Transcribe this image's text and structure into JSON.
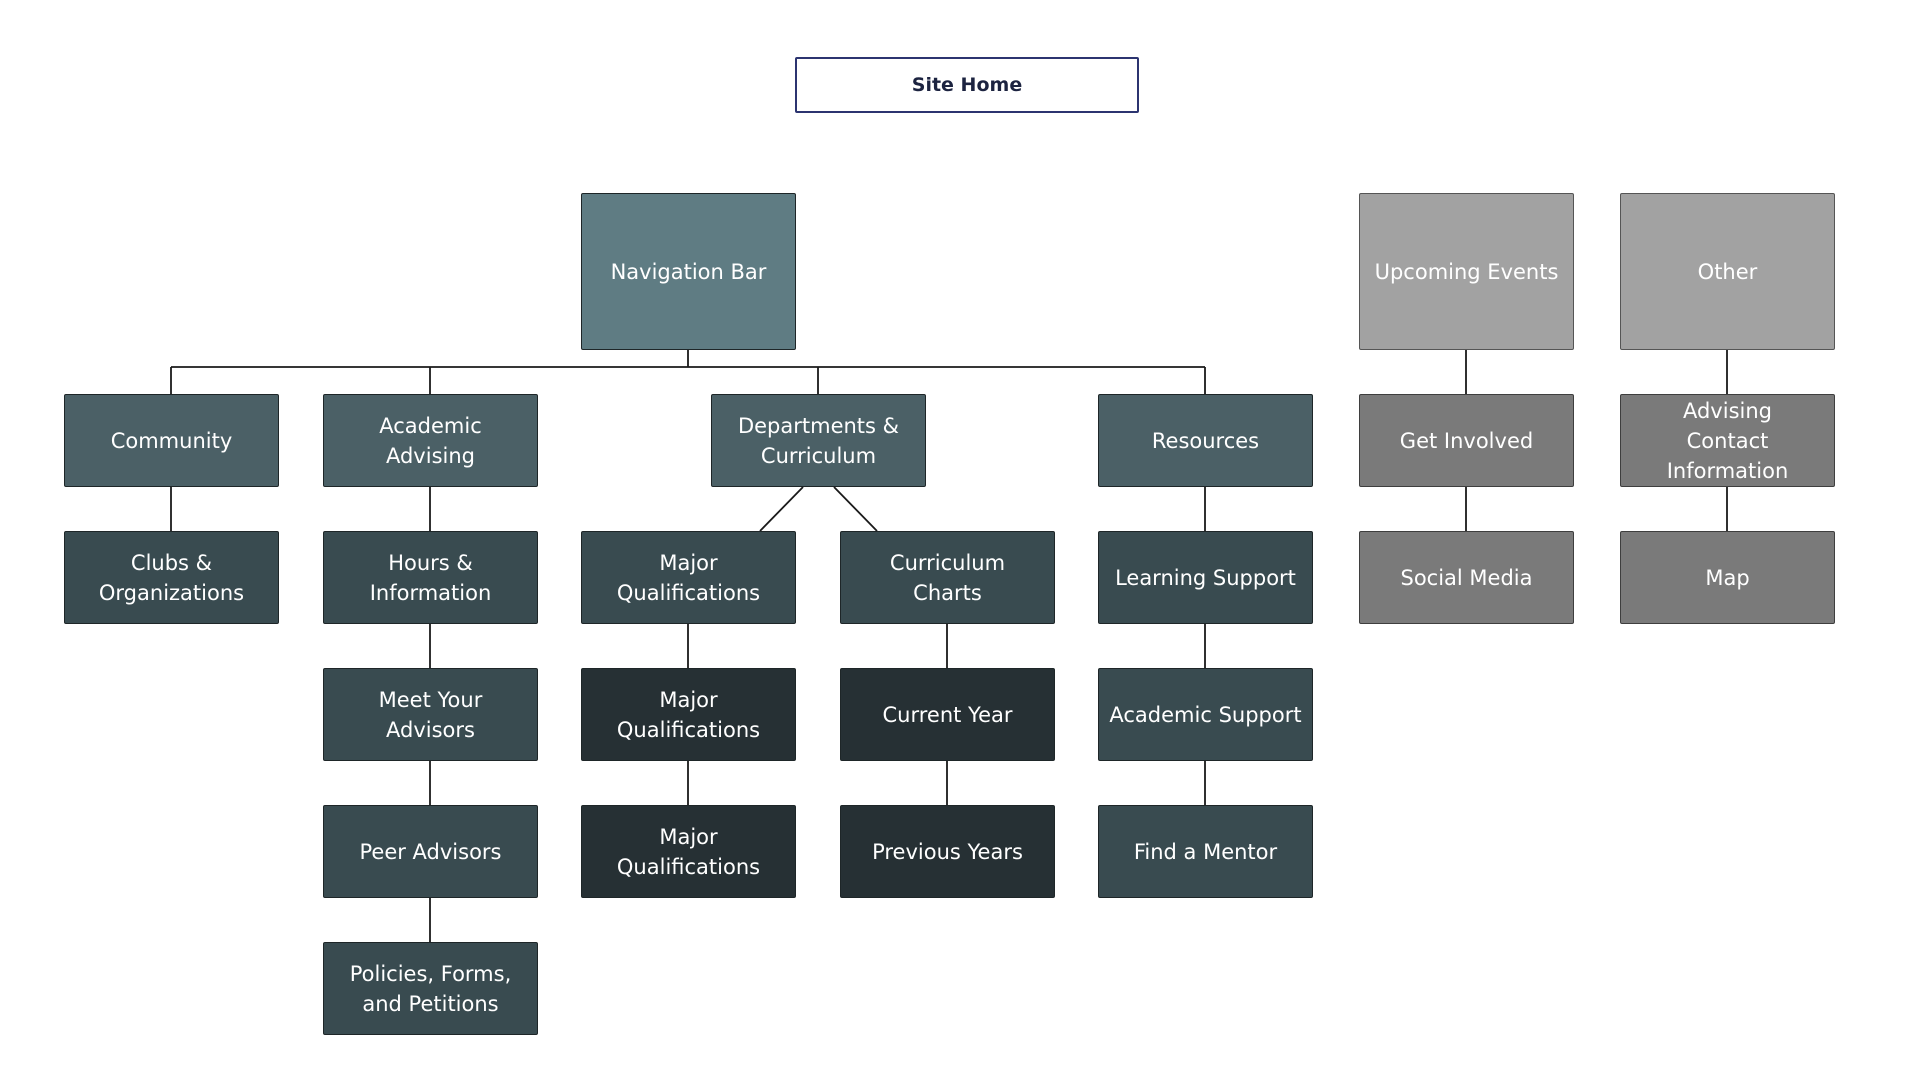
{
  "site_home": "Site Home",
  "navigation": {
    "title": "Navigation Bar",
    "community": {
      "label": "Community",
      "children": [
        "Clubs & Organizations"
      ]
    },
    "academic_advising": {
      "label": "Academic Advising",
      "children": [
        "Hours & Information",
        "Meet Your Advisors",
        "Peer Advisors",
        "Policies, Forms, and Petitions"
      ]
    },
    "departments": {
      "label": "Departments & Curriculum",
      "major_qualifications": [
        "Major Qualifications",
        "Major Qualifications",
        "Major Qualifications"
      ],
      "curriculum_charts": [
        "Curriculum Charts",
        "Current Year",
        "Previous Years"
      ]
    },
    "resources": {
      "label": "Resources",
      "children": [
        "Learning Support",
        "Academic Support",
        "Find a Mentor"
      ]
    }
  },
  "upcoming_events": {
    "label": "Upcoming Events",
    "children": [
      "Get Involved",
      "Social Media"
    ]
  },
  "other": {
    "label": "Other",
    "children": [
      "Advising Contact Information",
      "Map"
    ]
  },
  "colors": {
    "navigation_bar": "#5f7c83",
    "level_1": "#4b6066",
    "level_2": "#394b50",
    "level_3": "#263034",
    "secondary_top": "#a2a2a2",
    "secondary_children": "#7a7a7a",
    "connector": "#1a1a1a"
  }
}
